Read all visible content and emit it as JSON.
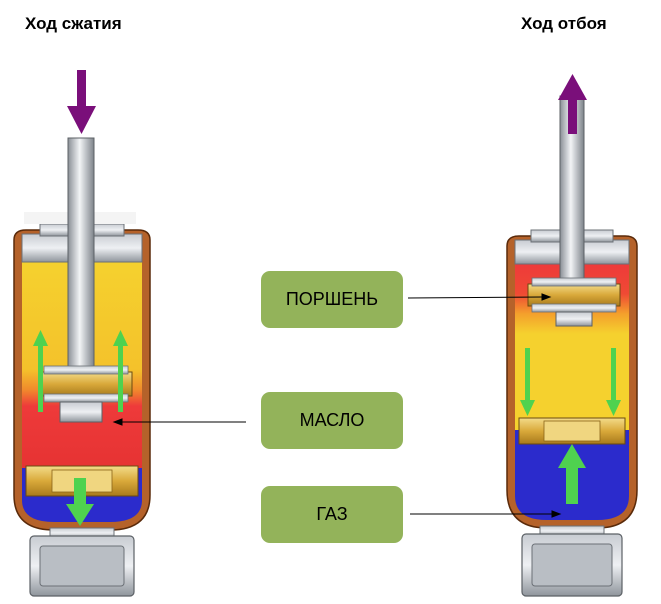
{
  "headings": {
    "compression": "Ход сжатия",
    "rebound": "Ход отбоя"
  },
  "labels": {
    "piston": "ПОРШЕНЬ",
    "oil": "МАСЛО",
    "gas": "ГАЗ"
  },
  "colors": {
    "oil_yellow": "#f5d12e",
    "oil_red": "#ee3a3a",
    "gas_blue": "#2b2bcc",
    "body_brown": "#b5622a",
    "label_green": "#93b35a",
    "arrow_purple": "#7a0f7a",
    "flow_arrow_green": "#4fd24f"
  }
}
